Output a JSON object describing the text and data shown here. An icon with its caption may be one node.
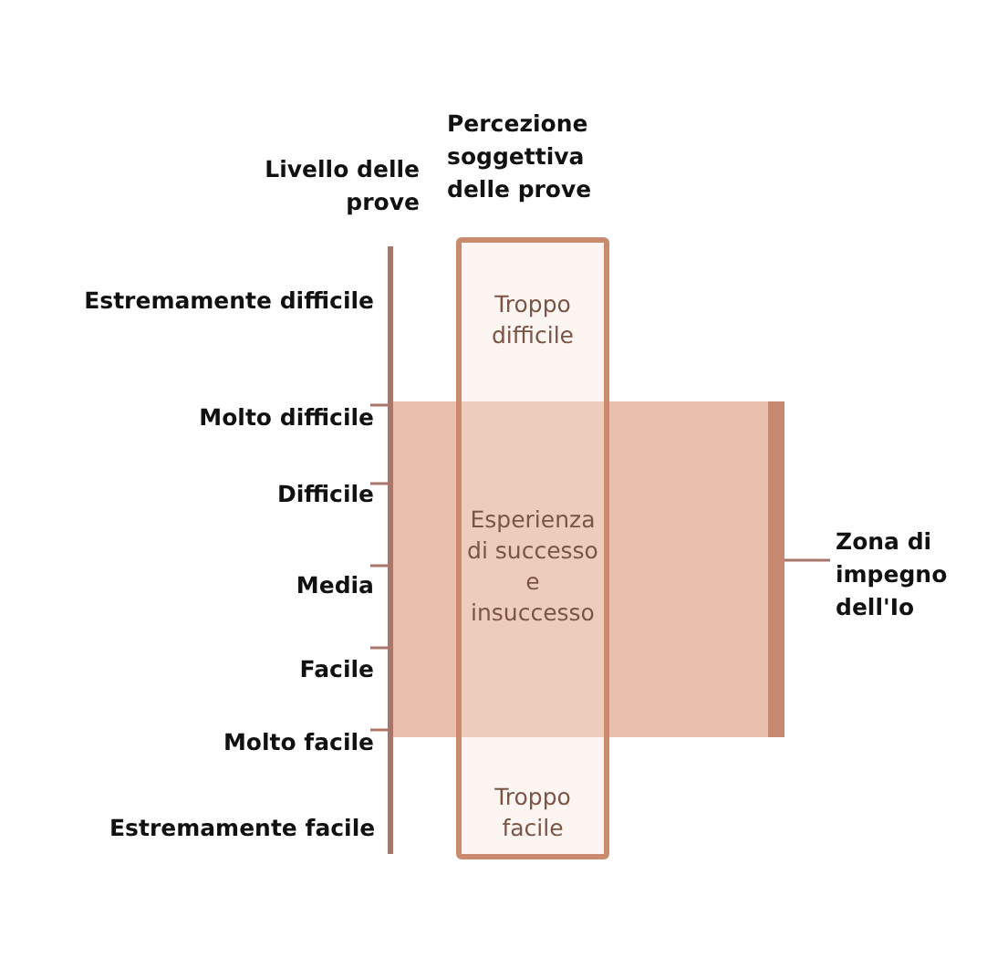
{
  "diagram": {
    "nodes": [
      {
        "text": [
          "Percezione soggettiva delle prove",
          "Troppo difficile",
          "Esperienza di successo e insuccesso",
          "Troppo facile"
        ]
      },
      {
        "text": [],
        "shape": "box"
      },
      {
        "text": [
          "Zona di impegno dell'Io"
        ]
      }
    ],
    "edges": [
      {
        "from": 2,
        "to": 1,
        "arrow": "none"
      }
    ],
    "labels": [
      "Livello delle prove",
      "Estremamente difficile",
      "Molto difficile",
      "Difficile",
      "Media",
      "Facile",
      "Molto facile",
      "Estremamente facile"
    ]
  }
}
